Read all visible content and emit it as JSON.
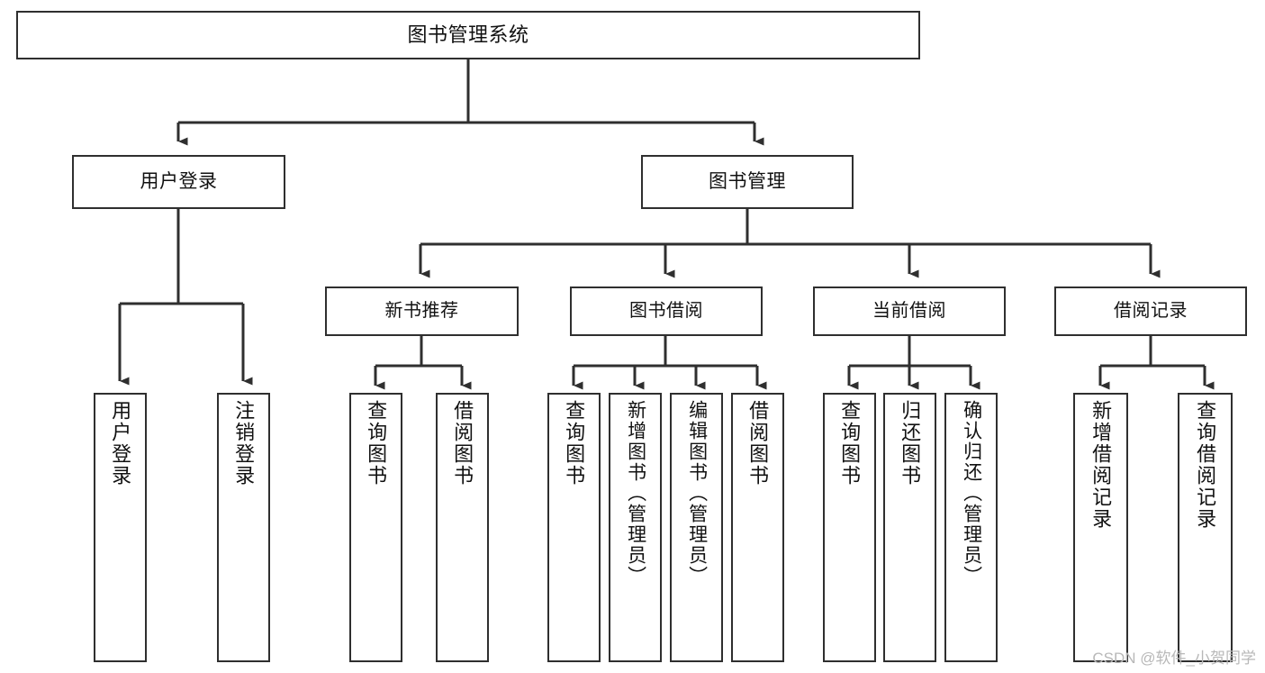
{
  "diagram": {
    "type": "tree-hierarchy-chart",
    "title": "图书管理系统",
    "colors": {
      "background": "#ffffff",
      "node_fill": "#ffffff",
      "node_border": "#2f2f2f",
      "edge": "#2f2f2f",
      "text": "#111111",
      "watermark": "#b8b8b8"
    },
    "root": {
      "label": "图书管理系统"
    },
    "level1": [
      {
        "label": "用户登录"
      },
      {
        "label": "图书管理"
      }
    ],
    "level2": [
      {
        "label": "新书推荐"
      },
      {
        "label": "图书借阅"
      },
      {
        "label": "当前借阅"
      },
      {
        "label": "借阅记录"
      }
    ],
    "leaves": {
      "user_login": [
        {
          "label": "用户登录"
        },
        {
          "label": "注销登录"
        }
      ],
      "new_book_recommend": [
        {
          "label": "查询图书"
        },
        {
          "label": "借阅图书"
        }
      ],
      "book_borrow": [
        {
          "label": "查询图书"
        },
        {
          "label": "新增图书（管理员）"
        },
        {
          "label": "编辑图书（管理员）"
        },
        {
          "label": "借阅图书"
        }
      ],
      "current_borrow": [
        {
          "label": "查询图书"
        },
        {
          "label": "归还图书"
        },
        {
          "label": "确认归还（管理员）"
        }
      ],
      "borrow_record": [
        {
          "label": "新增借阅记录"
        },
        {
          "label": "查询借阅记录"
        }
      ]
    },
    "watermark": "CSDN @软件_小贺同学"
  }
}
